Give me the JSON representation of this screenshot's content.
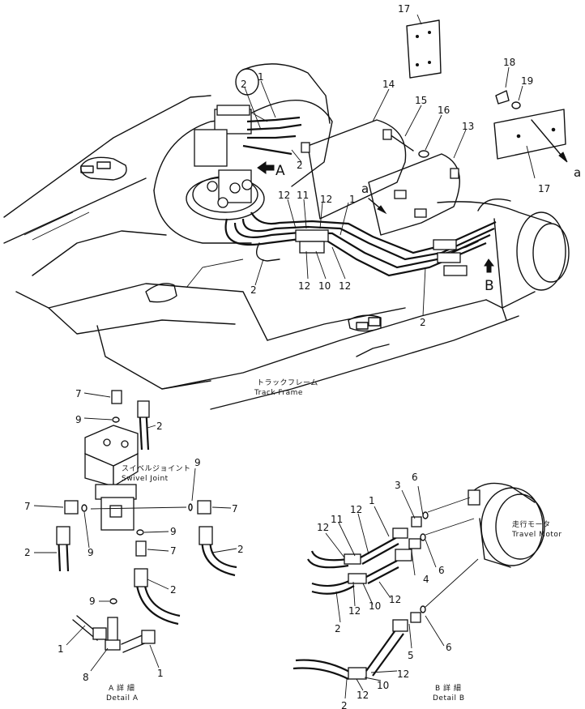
{
  "callouts": {
    "c17_top": "17",
    "c18": "18",
    "c19": "19",
    "c17_right": "17",
    "c14": "14",
    "c15": "15",
    "c16": "16",
    "c13": "13",
    "c1_top": "1",
    "c2_a": "2",
    "c2_b": "2",
    "c12_a": "12",
    "c11_a": "11",
    "c12_b": "12",
    "c1_mid": "1",
    "c2_c": "2",
    "c12_c": "12",
    "c10_a": "10",
    "c12_d": "12",
    "c2_d": "2",
    "c7_a": "7",
    "c9_a": "9",
    "c2_e": "2",
    "c9_b": "9",
    "c7_b": "7",
    "c7_c": "7",
    "c2_f": "2",
    "c9_c": "9",
    "c9_d": "9",
    "c7_d": "7",
    "c2_g": "2",
    "c2_h": "2",
    "c9_e": "9",
    "c1_a": "1",
    "c8": "8",
    "c1_b": "1",
    "c12_e": "12",
    "c11_b": "11",
    "c12_f": "12",
    "c1_c": "1",
    "c3": "3",
    "c6_a": "6",
    "c4": "4",
    "c6_b": "6",
    "c2_i": "2",
    "c12_g": "12",
    "c10_b": "10",
    "c12_h": "12",
    "c5": "5",
    "c6_c": "6",
    "c2_j": "2",
    "c12_i": "12",
    "c10_c": "10",
    "c12_j": "12"
  },
  "letters": {
    "arrow_A": "A",
    "arrow_B": "B",
    "ref_a_left": "a",
    "ref_a_right": "a"
  },
  "captions": {
    "track_frame_jp": "トラックフレーム",
    "track_frame_en": "Track Frame",
    "swivel_joint_jp": "スイベルジョイント",
    "swivel_joint_en": "Swivel Joint",
    "travel_motor_jp": "走行モータ",
    "travel_motor_en": "Travel Motor",
    "detail_a_jp": "A 詳 細",
    "detail_a_en": "Detail A",
    "detail_b_jp": "B 詳 細",
    "detail_b_en": "Detail B"
  }
}
